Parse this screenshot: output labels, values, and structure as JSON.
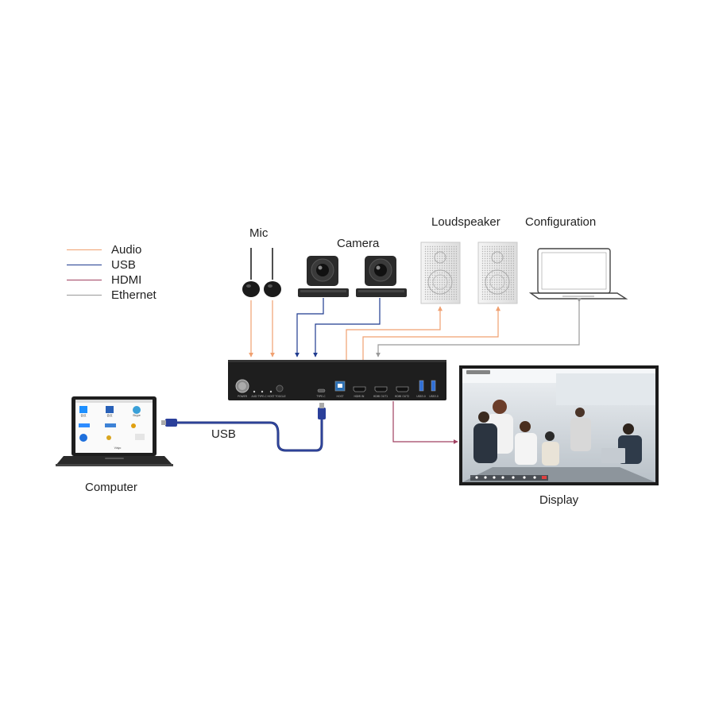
{
  "legend": [
    {
      "label": "Audio",
      "color": "#f0a070"
    },
    {
      "label": "USB",
      "color": "#1f3b8f"
    },
    {
      "label": "HDMI",
      "color": "#a04060"
    },
    {
      "label": "Ethernet",
      "color": "#999999"
    }
  ],
  "labels": {
    "mic": "Mic",
    "camera": "Camera",
    "loudspeaker": "Loudspeaker",
    "configuration": "Configuration",
    "usb": "USB",
    "computer": "Computer",
    "display": "Display"
  },
  "panel_ports": [
    "POWER",
    "AUD",
    "TYPE-C",
    "HOST",
    "TOGGLE",
    "TYPE-C",
    "HOST",
    "HDMI IN",
    "HDMI OUT1",
    "HDMI OUT2",
    "USB3.0",
    "USB3.0"
  ],
  "laptop_apps": [
    "Zoom",
    "Tencent Meeting",
    "Skype for Business",
    "Lark",
    "BroadSoft",
    "Yealink",
    "VidyoCloud"
  ]
}
